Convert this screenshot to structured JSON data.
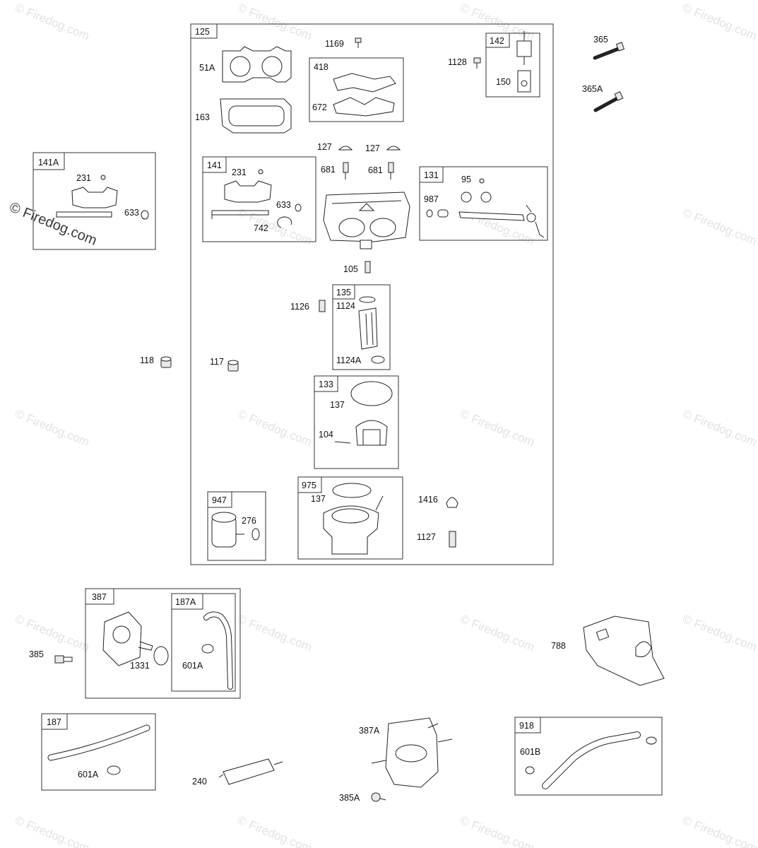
{
  "watermark": {
    "text": "© Firedog.com"
  },
  "groups": {
    "g125": "125",
    "g141A": "141A",
    "g418": "418",
    "g142": "142",
    "g141": "141",
    "g131": "131",
    "g135": "135",
    "g133": "133",
    "g947": "947",
    "g975": "975",
    "g387": "387",
    "g187A": "187A",
    "g187": "187",
    "g918": "918"
  },
  "parts": {
    "p1169": "1169",
    "p51A": "51A",
    "p163": "163",
    "p672": "672",
    "p1128": "1128",
    "p150": "150",
    "p365": "365",
    "p365A": "365A",
    "p231a": "231",
    "p633a": "633",
    "p127a": "127",
    "p127b": "127",
    "p231b": "231",
    "p681a": "681",
    "p681b": "681",
    "p633b": "633",
    "p742": "742",
    "p95": "95",
    "p987": "987",
    "p105": "105",
    "p1126": "1126",
    "p1124": "1124",
    "p1124A": "1124A",
    "p118": "118",
    "p117": "117",
    "p137a": "137",
    "p104": "104",
    "p276": "276",
    "p137b": "137",
    "p1416": "1416",
    "p1127": "1127",
    "p385": "385",
    "p1331": "1331",
    "p601A": "601A",
    "p788": "788",
    "p601A2": "601A",
    "p240": "240",
    "p387A": "387A",
    "p385A": "385A",
    "p601B": "601B"
  }
}
